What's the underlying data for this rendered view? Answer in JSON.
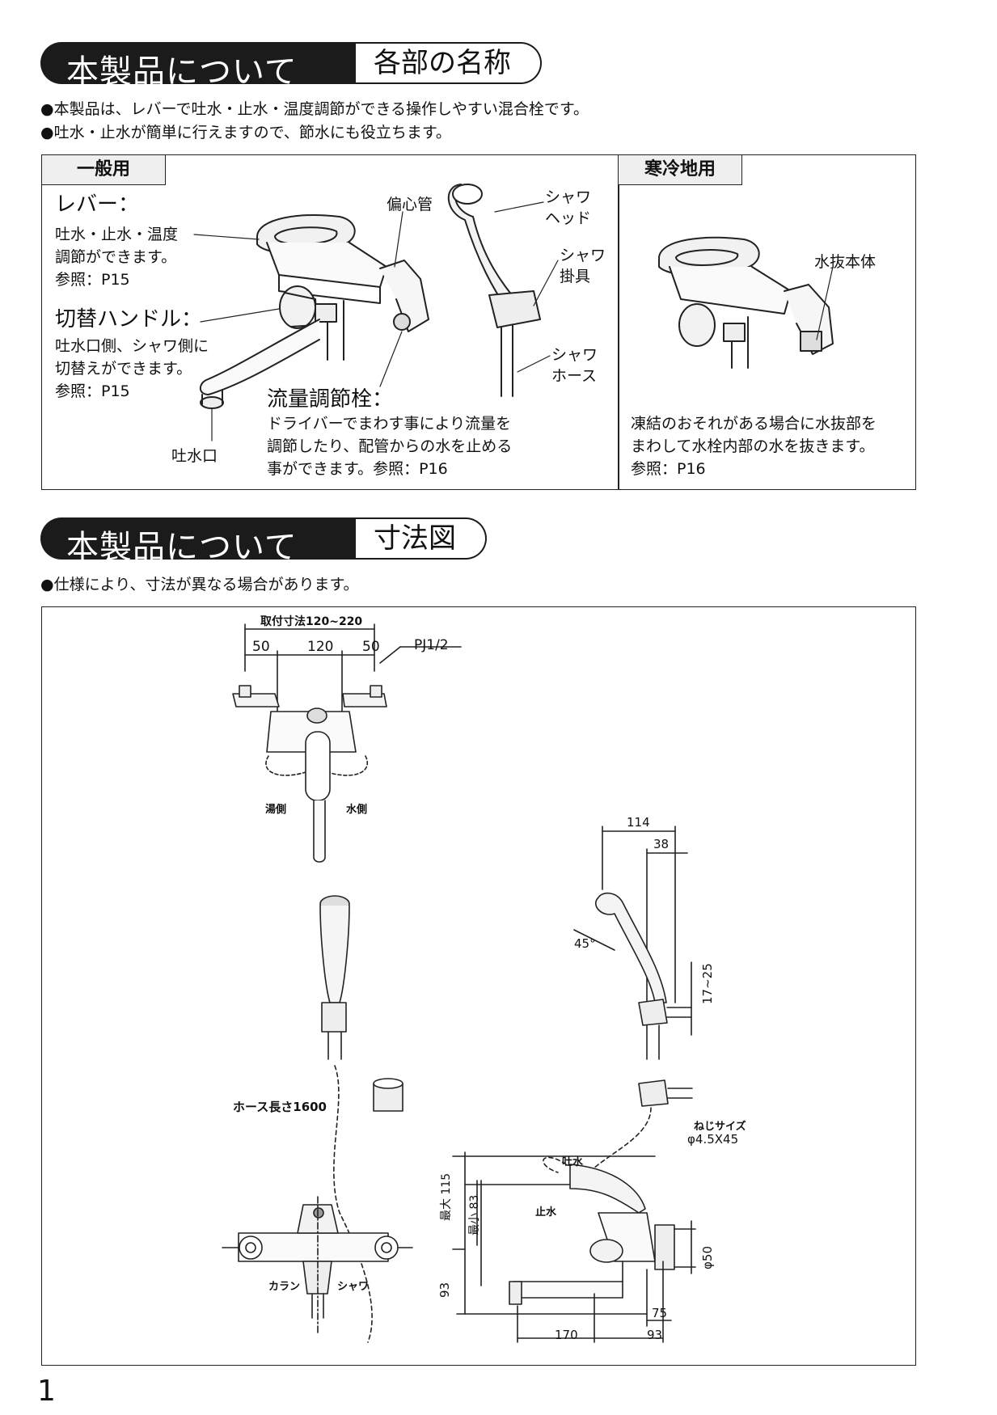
{
  "section1": {
    "title": "本製品について",
    "subtitle": "各部の名称",
    "bullets": [
      "●本製品は、レバーで吐水・止水・温度調節ができる操作しやすい混合栓です。",
      "●吐水・止水が簡単に行えますので、節水にも役立ちます。"
    ],
    "general": {
      "tab": "一般用",
      "lever_title": "レバー：",
      "lever_desc": [
        "吐水・止水・温度",
        "調節ができます。",
        "参照：P15"
      ],
      "switch_title": "切替ハンドル：",
      "switch_desc": [
        "吐水口側、シャワ側に",
        "切替えができます。",
        "参照：P15"
      ],
      "flow_title": "流量調節栓：",
      "flow_desc": [
        "ドライバーでまわす事により流量を",
        "調節したり、配管からの水を止める",
        "事ができます。参照：P16"
      ],
      "eccentric": "偏心管",
      "spout": "吐水口",
      "shower_head": [
        "シャワ",
        "ヘッド"
      ],
      "shower_hook": [
        "シャワ",
        "掛具"
      ],
      "shower_hose": [
        "シャワ",
        "ホース"
      ]
    },
    "cold": {
      "tab": "寒冷地用",
      "drain_body": "水抜本体",
      "desc": [
        "凍結のおそれがある場合に水抜部を",
        "まわして水栓内部の水を抜きます。",
        "参照：P16"
      ]
    }
  },
  "section2": {
    "title": "本製品について",
    "subtitle": "寸法図",
    "bullet": "●仕様により、寸法が異なる場合があります。",
    "dims": {
      "mount": "取付寸法120~220",
      "d50a": "50",
      "d120": "120",
      "d50b": "50",
      "pj": "PJ1/2",
      "hot": "湯側",
      "cold": "水側",
      "hose_len": "ホース長さ1600",
      "d114": "114",
      "d38": "38",
      "angle": "45°",
      "d17_25": "17~25",
      "screw_label": "ねじサイズ",
      "screw_size": "φ4.5X45",
      "spout_on": "吐水",
      "spout_off": "止水",
      "max115": "最大 115",
      "min83": "最小 83",
      "d93v": "93",
      "phi50": "φ50",
      "d75": "75",
      "d170": "170",
      "d93h": "93",
      "caran": "カラン",
      "shower": "シャワ"
    }
  },
  "page_number": "1"
}
